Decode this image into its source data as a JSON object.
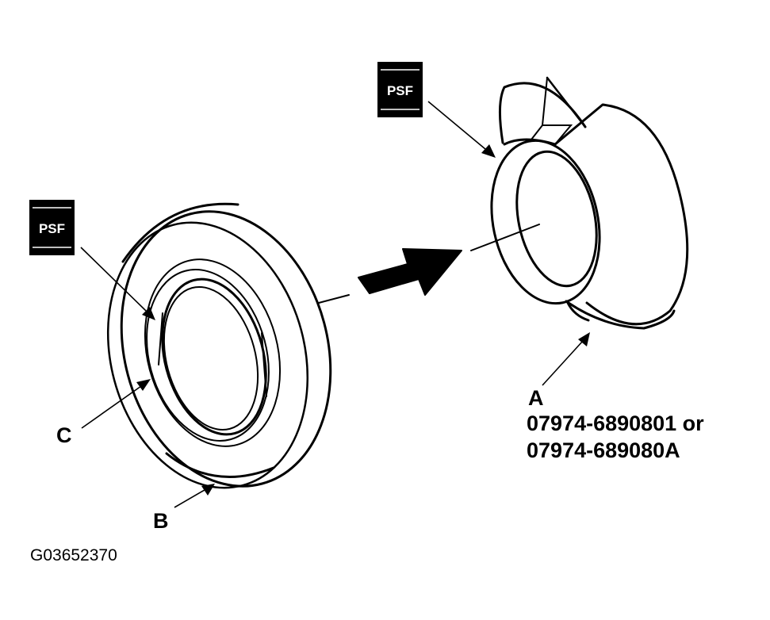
{
  "badges": {
    "left": "PSF",
    "right": "PSF"
  },
  "labels": {
    "a": "A",
    "b": "B",
    "c": "C"
  },
  "part_numbers": {
    "line1": "07974-6890801 or",
    "line2": "07974-689080A"
  },
  "figure_id": "G03652370",
  "colors": {
    "ink": "#000000",
    "background": "#ffffff",
    "badge_text": "#ffffff"
  }
}
